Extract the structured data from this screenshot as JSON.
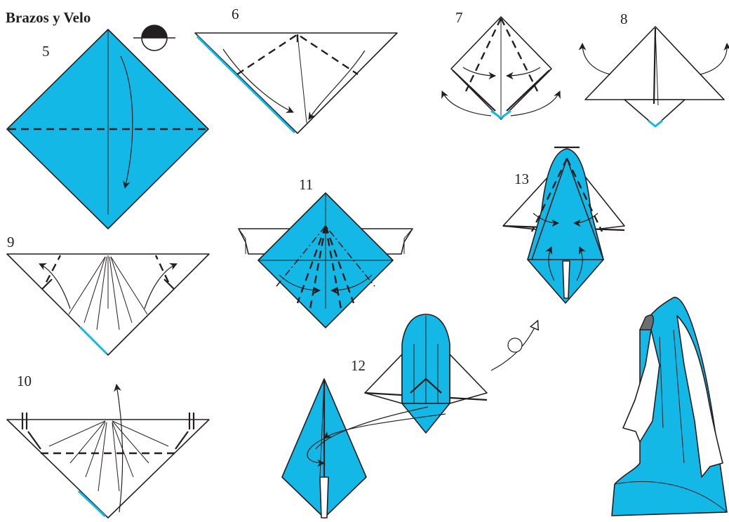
{
  "title": "Brazos y Velo",
  "step_labels": [
    "5",
    "6",
    "7",
    "8",
    "9",
    "10",
    "11",
    "12",
    "13"
  ],
  "colors": {
    "paper_color": "#14b8e6",
    "paper_back": "#ffffff",
    "ink": "#231f20",
    "hood_shade": "#6d6e71"
  },
  "icons": [
    "flip-over-icon",
    "valley-fold-line",
    "mountain-fold-line",
    "fold-arrow",
    "turn-over-arrow"
  ]
}
